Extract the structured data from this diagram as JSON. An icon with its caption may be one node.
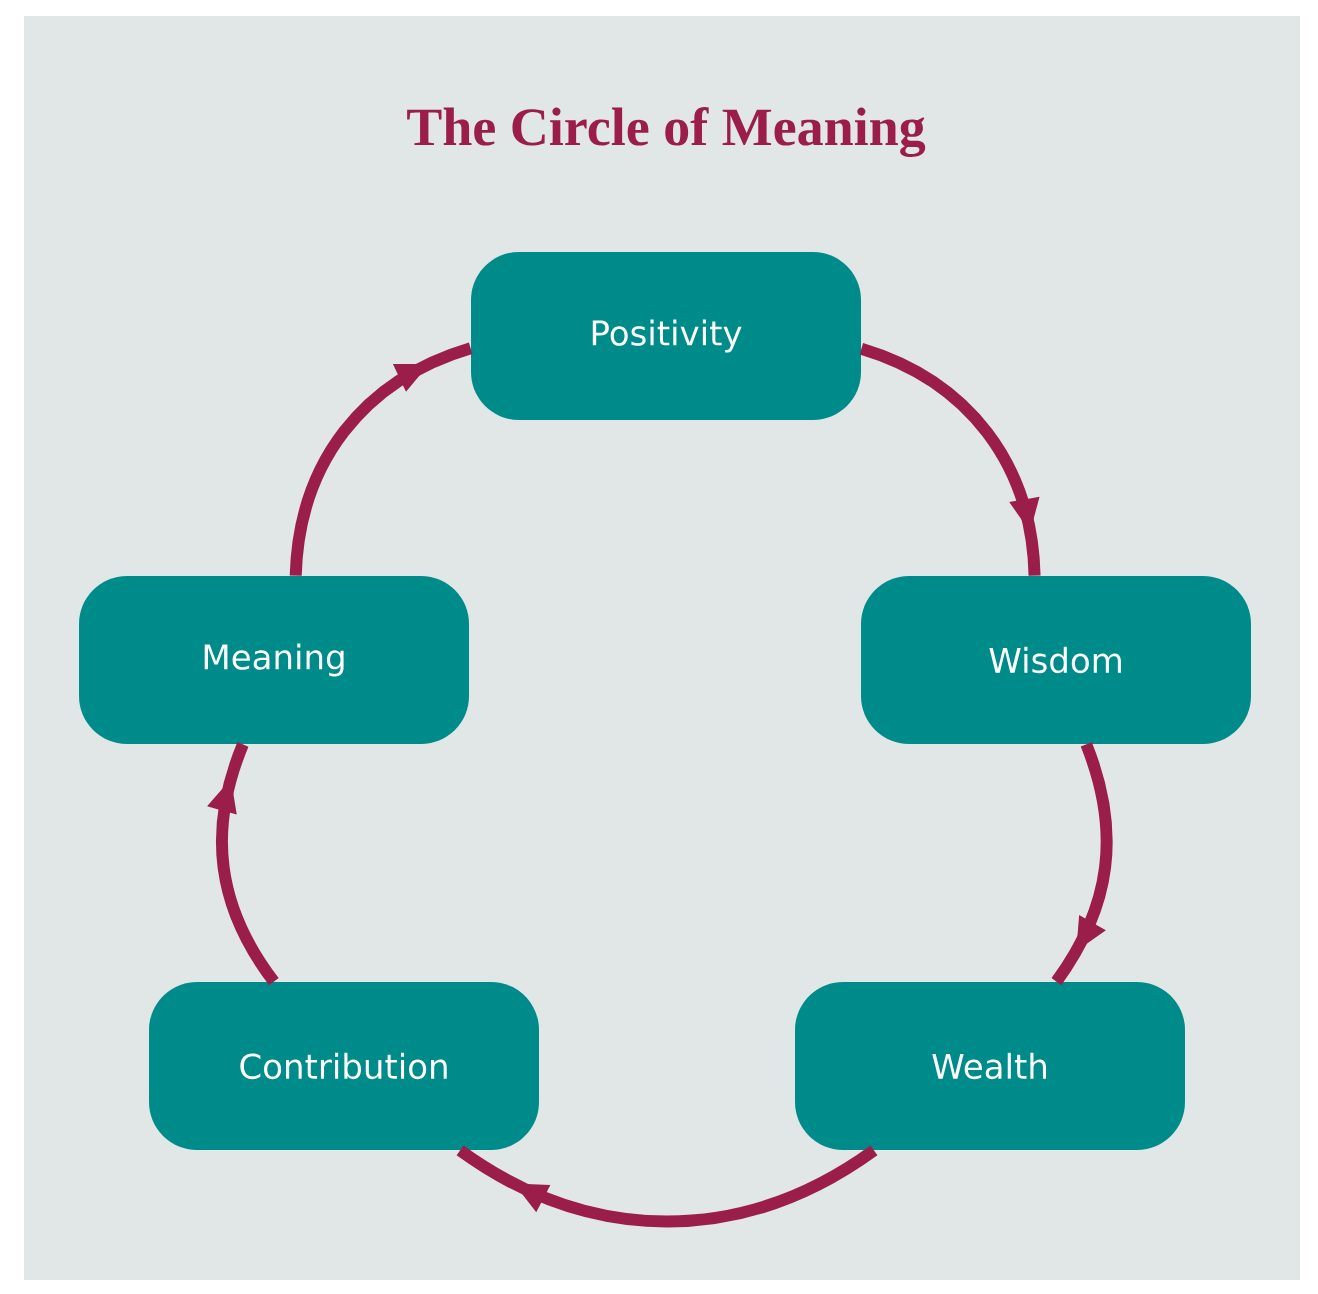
{
  "diagram": {
    "title": "The Circle of Meaning",
    "nodes": [
      {
        "text": [
          "Positivity"
        ]
      },
      {
        "text": [
          "Wisdom"
        ]
      },
      {
        "text": [
          "Wealth"
        ]
      },
      {
        "text": [
          "Contribution"
        ]
      },
      {
        "text": [
          "Meaning"
        ]
      }
    ],
    "edges": [
      {
        "from": 0,
        "to": 1,
        "arrow": "to"
      },
      {
        "from": 1,
        "to": 2,
        "arrow": "to"
      },
      {
        "from": 2,
        "to": 3,
        "arrow": "to"
      },
      {
        "from": 3,
        "to": 4,
        "arrow": "to"
      },
      {
        "from": 4,
        "to": 0,
        "arrow": "to"
      }
    ]
  }
}
